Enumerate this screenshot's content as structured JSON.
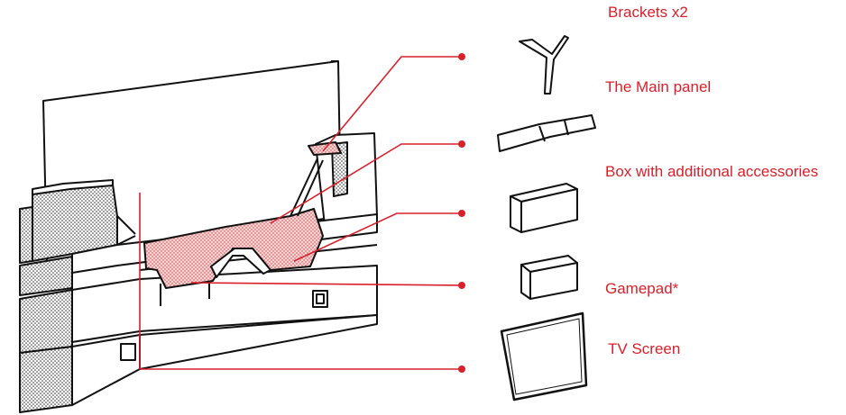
{
  "accent_color": "#d8202a",
  "outline_color": "#111111",
  "items": [
    {
      "icon": "brackets-icon",
      "label": "Brackets x2"
    },
    {
      "icon": "main-panel-icon",
      "label": "The Main panel"
    },
    {
      "icon": "accessory-box-icon",
      "label": "Box with additional accessories"
    },
    {
      "icon": "gamepad-box-icon",
      "label": "Gamepad*"
    },
    {
      "icon": "tv-screen-icon",
      "label": "TV Screen"
    }
  ]
}
